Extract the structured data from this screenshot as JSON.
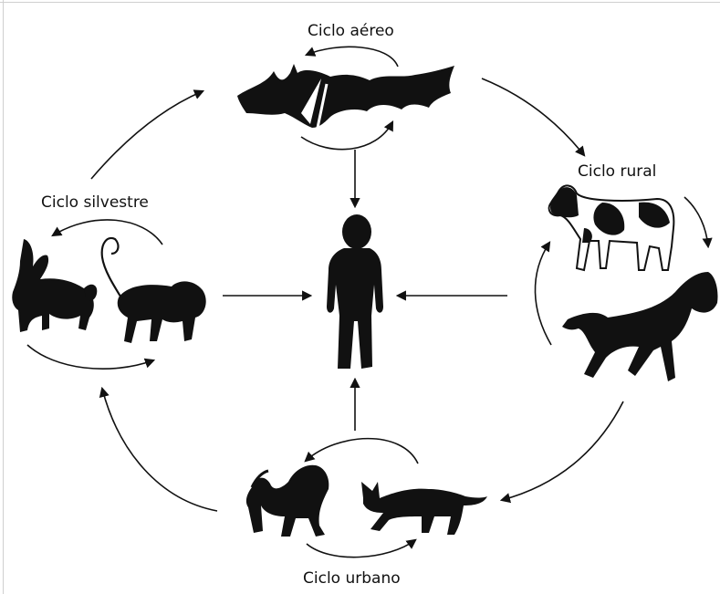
{
  "diagram": {
    "labels": {
      "aerial": "Ciclo aéreo",
      "rural": "Ciclo rural",
      "sylvatic": "Ciclo silvestre",
      "urban": "Ciclo urbano"
    },
    "nodes": [
      "bat-icon",
      "cow-icon",
      "horse-icon",
      "rabbit-icon",
      "monkey-icon",
      "dog-icon",
      "cat-icon",
      "human-icon"
    ],
    "colors": {
      "ink": "#111111",
      "background": "#ffffff",
      "frame": "#cfcfcf"
    }
  }
}
